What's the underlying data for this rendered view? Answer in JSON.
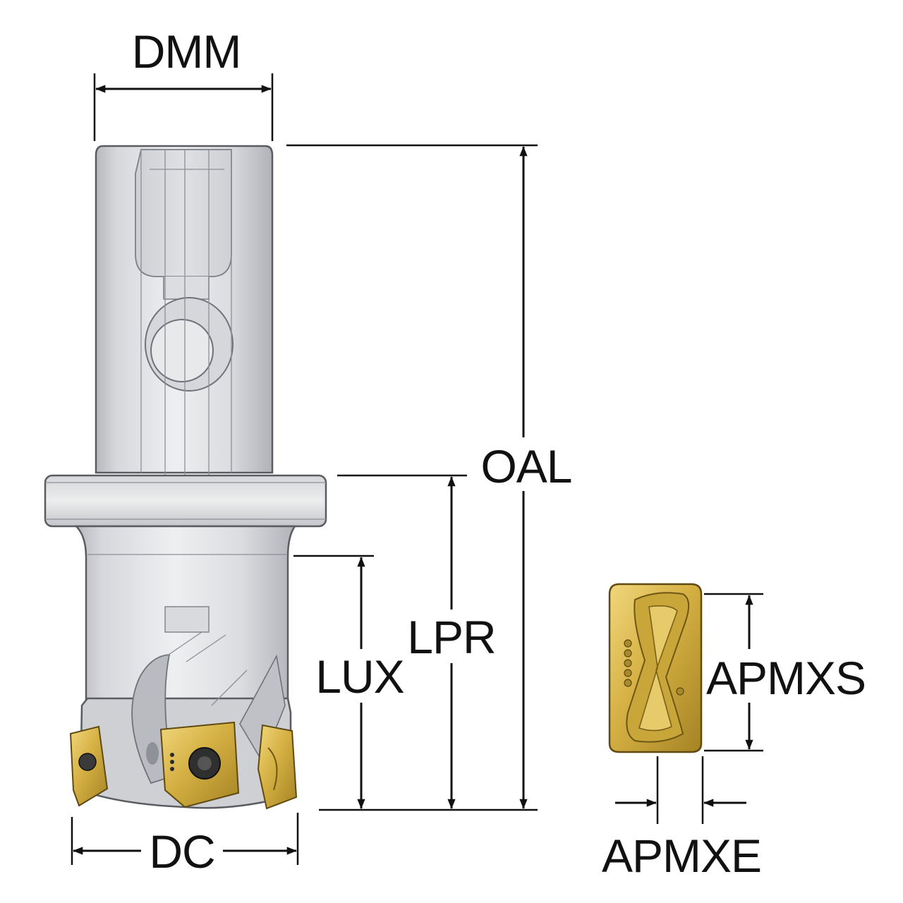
{
  "dimensions": {
    "dmm": "DMM",
    "oal": "OAL",
    "lpr": "LPR",
    "lux": "LUX",
    "dc": "DC",
    "apmxs": "APMXS",
    "apmxe": "APMXE"
  },
  "colors": {
    "steel_light": "#e4e5e8",
    "steel_mid": "#c8cacf",
    "steel_dark": "#9ea1a8",
    "insert_gold": "#d8b54a",
    "insert_gold_dark": "#8c6e1c",
    "dimension_ink": "#111111"
  }
}
